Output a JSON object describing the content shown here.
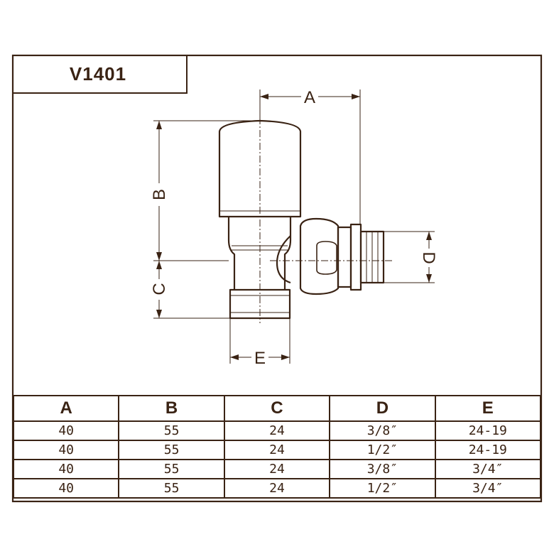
{
  "model_code": "V1401",
  "dimension_labels": {
    "a": "A",
    "b": "B",
    "c": "C",
    "d": "D",
    "e": "E"
  },
  "table": {
    "headers": [
      "A",
      "B",
      "C",
      "D",
      "E"
    ],
    "rows": [
      [
        "40",
        "55",
        "24",
        "3/8″",
        "24-19"
      ],
      [
        "40",
        "55",
        "24",
        "1/2″",
        "24-19"
      ],
      [
        "40",
        "55",
        "24",
        "3/8″",
        "3/4″"
      ],
      [
        "40",
        "55",
        "24",
        "1/2″",
        "3/4″"
      ]
    ]
  },
  "colors": {
    "line": "#3a2314",
    "background": "#ffffff"
  }
}
